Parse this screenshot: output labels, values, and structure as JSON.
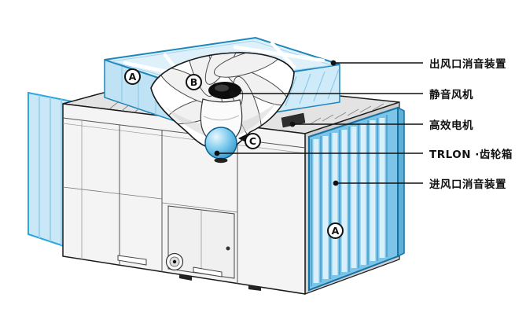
{
  "figure": {
    "callouts": [
      {
        "label": "出风口消音装置"
      },
      {
        "label": "静音风机"
      },
      {
        "label": "高效电机"
      },
      {
        "label": "TRLON ·齿轮箱"
      },
      {
        "label": "进风口消音装置"
      }
    ],
    "markers": [
      {
        "letter": "A"
      },
      {
        "letter": "B"
      },
      {
        "letter": "C"
      },
      {
        "letter": "A"
      }
    ],
    "colors": {
      "accent_blue": "#29a8df",
      "light_blue": "#cfeaf8",
      "louver_blue": "#7cc4e8",
      "line_black": "#1a1a1a",
      "background": "#ffffff"
    }
  }
}
